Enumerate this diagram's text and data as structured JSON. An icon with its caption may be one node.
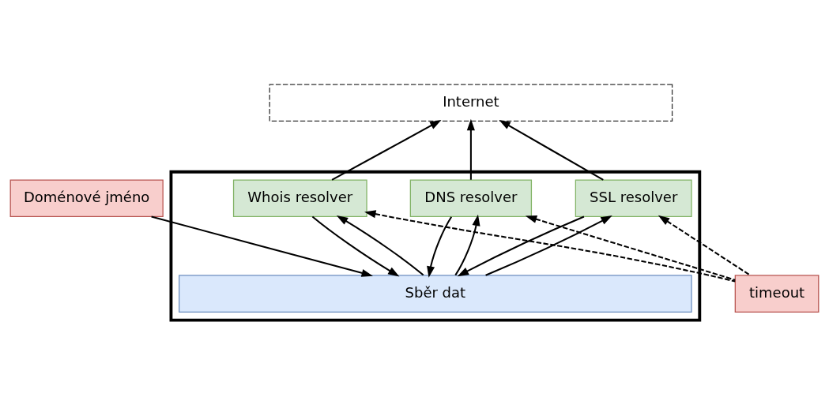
{
  "diagram": {
    "nodes": [
      {
        "text": [
          "Internet"
        ]
      },
      {
        "text": [],
        "shape": "box"
      },
      {
        "text": [
          "SSL resolver"
        ],
        "in": 1
      },
      {
        "text": [
          "DNS resolver"
        ],
        "in": 1
      },
      {
        "text": [
          "Whois resolver"
        ],
        "in": 1
      },
      {
        "text": [
          "timeout"
        ]
      },
      {
        "text": [
          "Doménové jméno"
        ]
      },
      {
        "text": [
          "Sběr dat"
        ],
        "in": 1
      }
    ],
    "edges": [
      {
        "from": 2,
        "to": 0,
        "arrow": "to"
      },
      {
        "from": 3,
        "to": 0,
        "arrow": "to"
      },
      {
        "from": 4,
        "to": 0,
        "arrow": "to"
      },
      {
        "from": 2,
        "to": 7,
        "arrow": "to"
      },
      {
        "from": 7,
        "to": 2,
        "arrow": "to"
      },
      {
        "from": 3,
        "to": 7,
        "arrow": "to"
      },
      {
        "from": 7,
        "to": 3,
        "arrow": "to"
      },
      {
        "from": 4,
        "to": 7,
        "arrow": "to"
      },
      {
        "from": 7,
        "to": 4,
        "arrow": "to"
      },
      {
        "from": 5,
        "to": 2,
        "arrow": "to",
        "style": "dashed"
      },
      {
        "from": 5,
        "to": 3,
        "arrow": "to",
        "style": "dashed"
      },
      {
        "from": 5,
        "to": 4,
        "arrow": "to",
        "style": "dashed"
      },
      {
        "from": 6,
        "to": 7,
        "arrow": "to"
      }
    ]
  }
}
